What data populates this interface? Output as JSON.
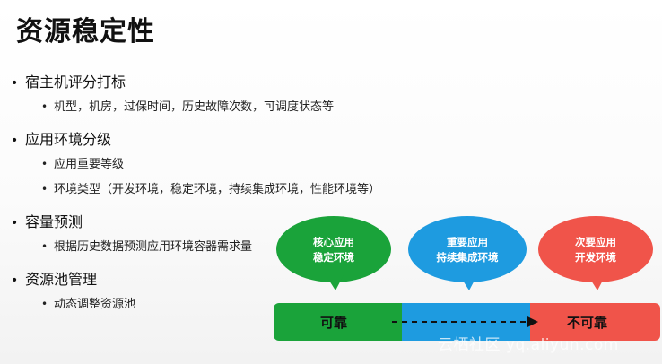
{
  "slide": {
    "title": "资源稳定性",
    "sections": [
      {
        "heading": "宿主机评分打标",
        "items": [
          "机型，机房，过保时间，历史故障次数，可调度状态等"
        ]
      },
      {
        "heading": "应用环境分级",
        "items": [
          "应用重要等级",
          "环境类型（开发环境，稳定环境，持续集成环境，性能环境等）"
        ]
      },
      {
        "heading": "容量预测",
        "items": [
          "根据历史数据预测应用环境容器需求量"
        ]
      },
      {
        "heading": "资源池管理",
        "items": [
          "动态调整资源池"
        ]
      }
    ]
  },
  "diagram": {
    "bubbles": [
      {
        "line1": "核心应用",
        "line2": "稳定环境",
        "color": "#1aa33a"
      },
      {
        "line1": "重要应用",
        "line2": "持续集成环境",
        "color": "#1e9be0"
      },
      {
        "line1": "次要应用",
        "line2": "开发环境",
        "color": "#f0544a"
      }
    ],
    "bar": {
      "left_label": "可靠",
      "right_label": "不可靠",
      "colors": {
        "green": "#1aa33a",
        "blue": "#1e9be0",
        "red": "#f0544a"
      }
    }
  },
  "watermark": "云栖社区 yq.aliyun.com"
}
